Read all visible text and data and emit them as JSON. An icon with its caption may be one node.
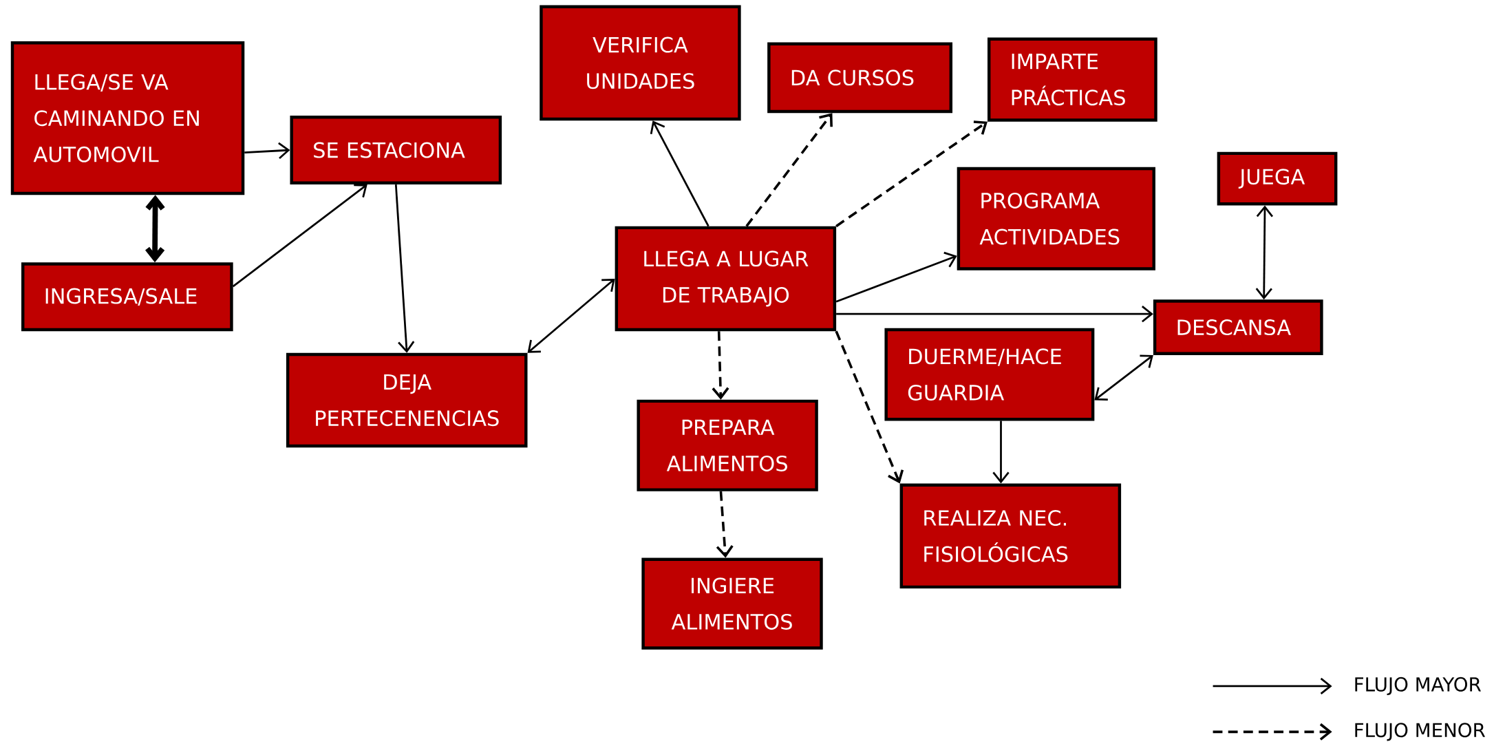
{
  "diagram": {
    "nodes": [
      {
        "text": [
          "LLEGA/SE VA CAMINANDO EN AUTOMOVIL"
        ]
      },
      {
        "text": [
          "SE ESTACIONA"
        ]
      },
      {
        "text": [
          "INGRESA/SALE"
        ]
      },
      {
        "text": [
          "DEJA PERTECENENCIAS"
        ]
      },
      {
        "text": [
          "VERIFICA UNIDADES"
        ]
      },
      {
        "text": [
          "DA CURSOS"
        ]
      },
      {
        "text": [
          "IMPARTE PRÁCTICAS"
        ]
      },
      {
        "text": [
          "LLEGA A LUGAR DE TRABAJO"
        ]
      },
      {
        "text": [
          "PROGRAMA ACTIVIDADES"
        ]
      },
      {
        "text": [
          "JUEGA"
        ]
      },
      {
        "text": [
          "DESCANSA"
        ]
      },
      {
        "text": [
          "DUERME/HACE GUARDIA"
        ]
      },
      {
        "text": [
          "PREPARA ALIMENTOS"
        ]
      },
      {
        "text": [
          "REALIZA NEC. FISIOLÓGICAS"
        ]
      },
      {
        "text": [
          "INGIERE ALIMENTOS"
        ]
      }
    ],
    "edges": [
      {
        "from": 0,
        "to": 1,
        "arrow": "to"
      },
      {
        "from": 0,
        "to": 2,
        "arrow": "both",
        "style": "thick"
      },
      {
        "from": 2,
        "to": 1,
        "arrow": "to"
      },
      {
        "from": 1,
        "to": 3,
        "arrow": "to"
      },
      {
        "from": 7,
        "to": 3,
        "arrow": "both"
      },
      {
        "from": 7,
        "to": 4,
        "arrow": "to"
      },
      {
        "from": 7,
        "to": 5,
        "arrow": "to",
        "style": "dashed"
      },
      {
        "from": 7,
        "to": 6,
        "arrow": "to",
        "style": "dashed"
      },
      {
        "from": 7,
        "to": 8,
        "arrow": "to"
      },
      {
        "from": 7,
        "to": 10,
        "arrow": "to"
      },
      {
        "from": 7,
        "to": 12,
        "arrow": "to",
        "style": "dashed"
      },
      {
        "from": 7,
        "to": 13,
        "arrow": "to",
        "style": "dashed"
      },
      {
        "from": 12,
        "to": 14,
        "arrow": "to",
        "style": "dashed"
      },
      {
        "from": 9,
        "to": 10,
        "arrow": "both"
      },
      {
        "from": 10,
        "to": 11,
        "arrow": "both"
      },
      {
        "from": 11,
        "to": 13,
        "arrow": "to"
      }
    ],
    "legend": [
      {
        "text": "FLUJO MAYOR"
      },
      {
        "text": "FLUJO MENOR"
      }
    ]
  }
}
